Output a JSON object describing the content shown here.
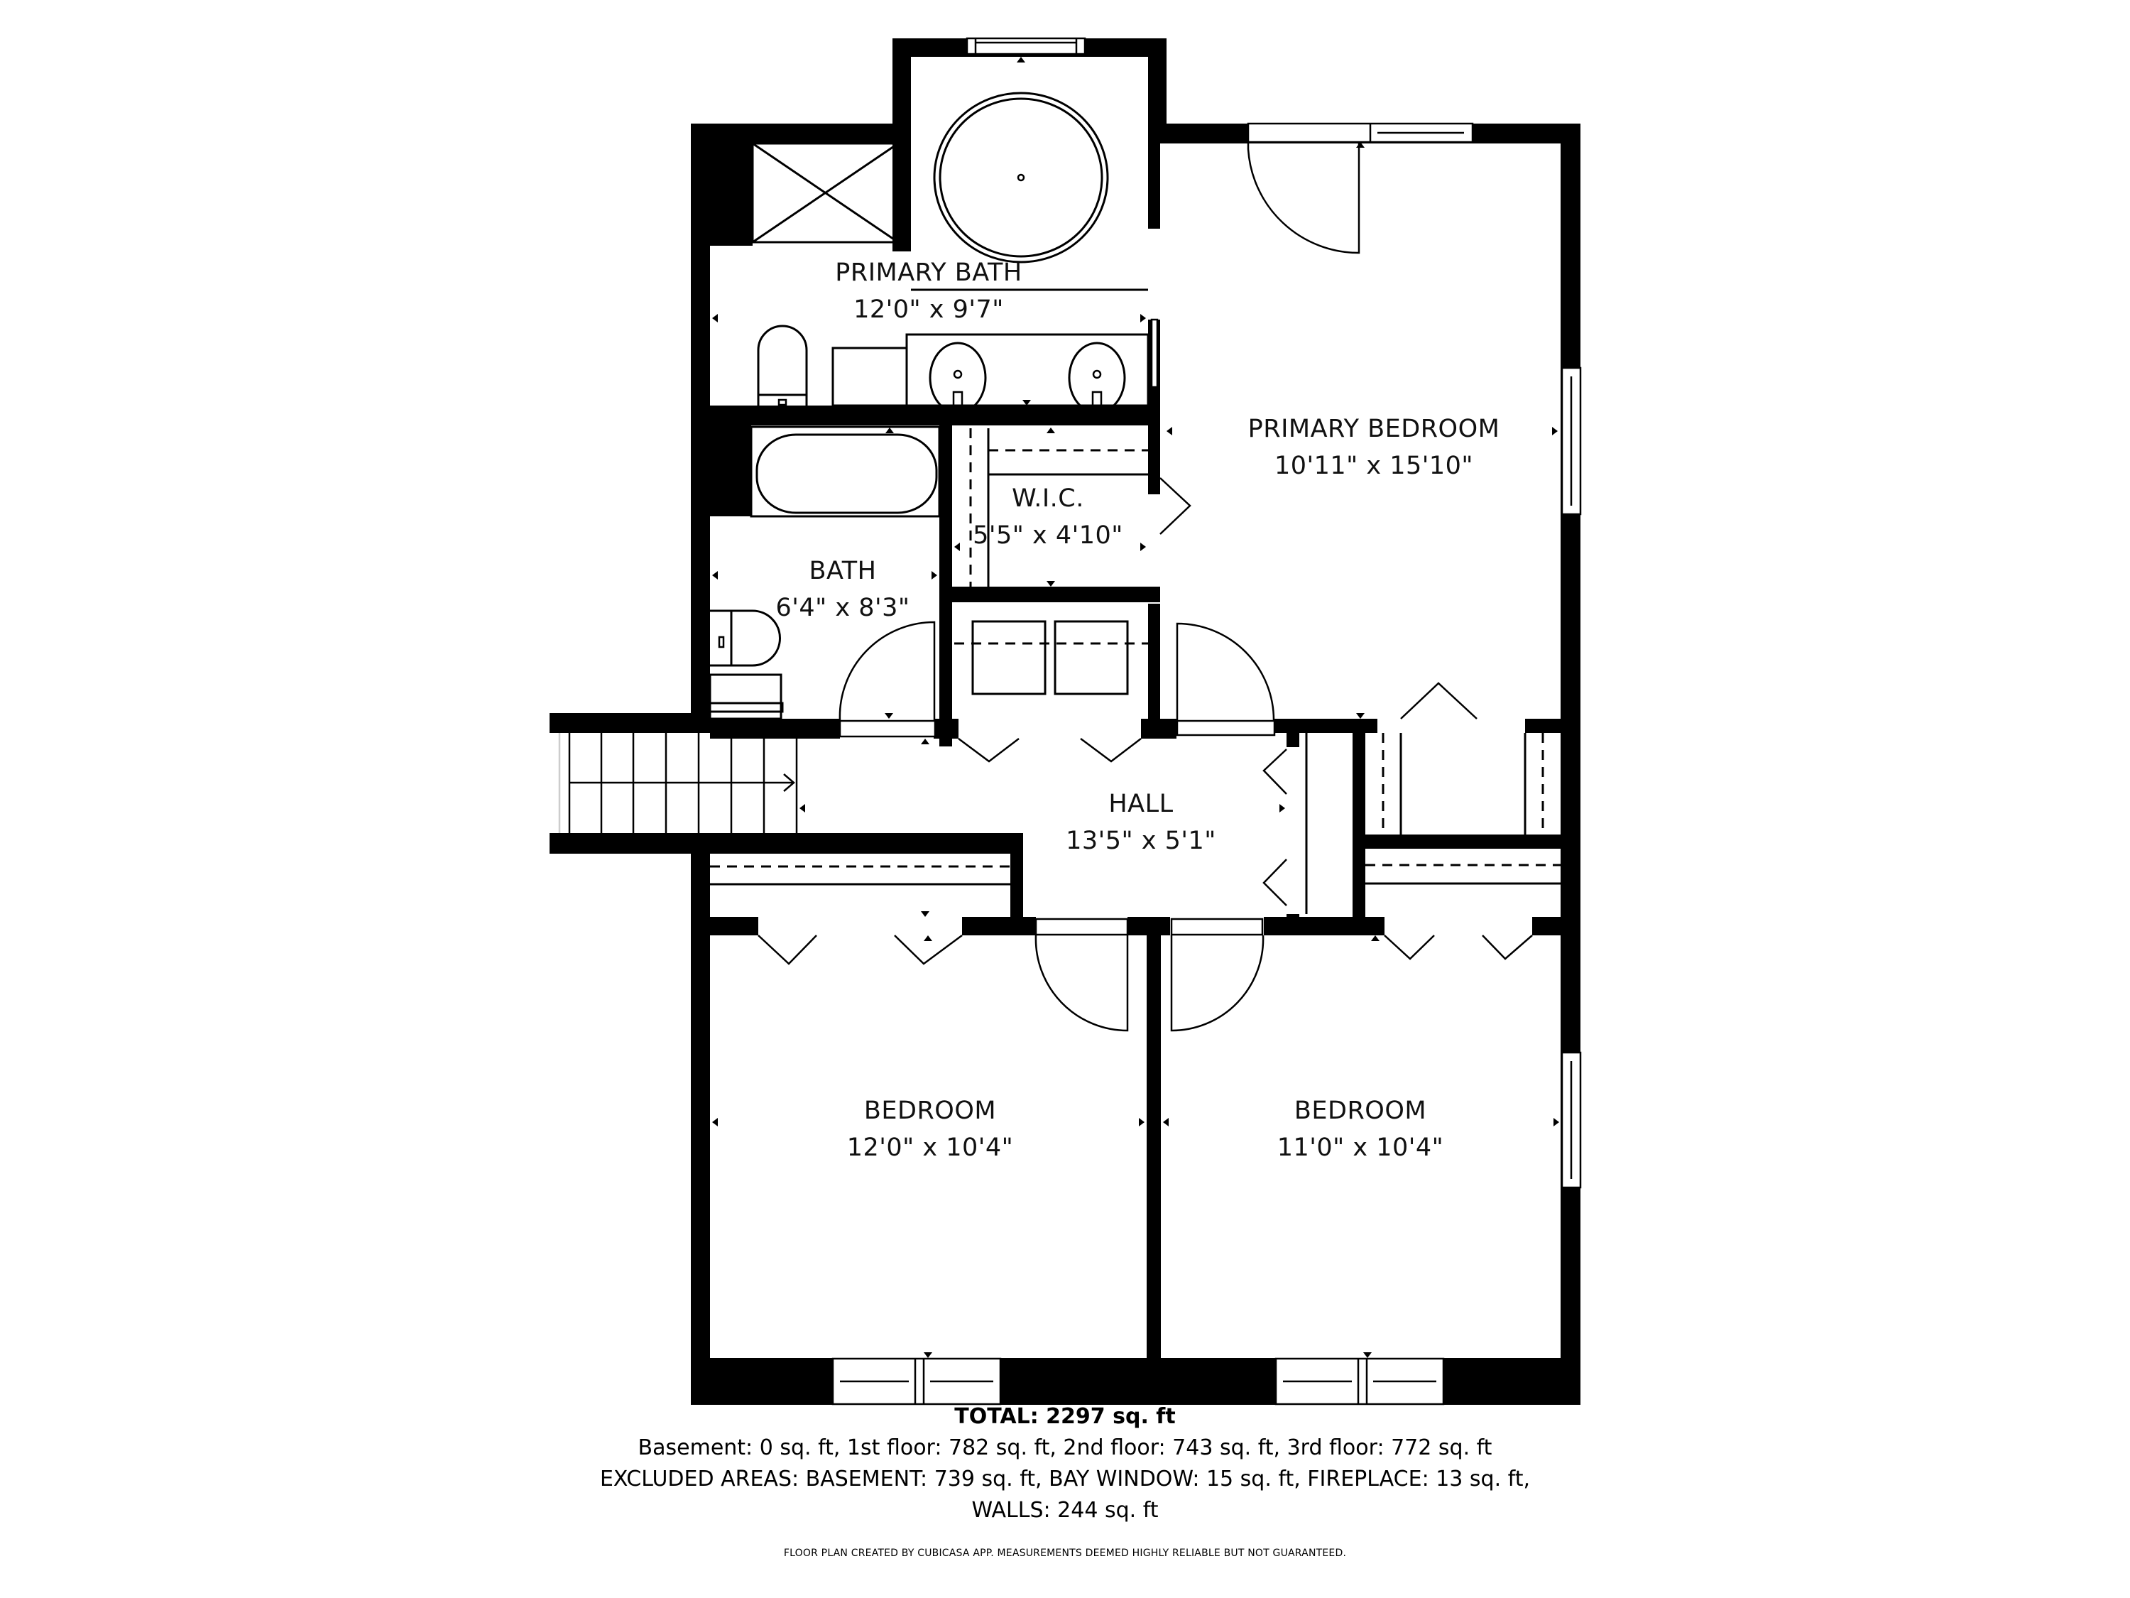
{
  "rooms": {
    "primary_bath": {
      "name": "PRIMARY BATH",
      "dims": "12'0\" x 9'7\""
    },
    "primary_bedroom": {
      "name": "PRIMARY BEDROOM",
      "dims": "10'11\" x 15'10\""
    },
    "wic": {
      "name": "W.I.C.",
      "dims": "5'5\" x 4'10\""
    },
    "bath": {
      "name": "BATH",
      "dims": "6'4\" x 8'3\""
    },
    "hall": {
      "name": "HALL",
      "dims": "13'5\" x 5'1\""
    },
    "bedroom_left": {
      "name": "BEDROOM",
      "dims": "12'0\" x 10'4\""
    },
    "bedroom_right": {
      "name": "BEDROOM",
      "dims": "11'0\" x 10'4\""
    }
  },
  "summary": {
    "total": "TOTAL: 2297 sq. ft",
    "floors": "Basement: 0 sq. ft, 1st floor: 782 sq. ft, 2nd floor: 743 sq. ft, 3rd floor: 772 sq. ft",
    "excluded": "EXCLUDED AREAS: BASEMENT: 739 sq. ft, BAY WINDOW: 15 sq. ft, FIREPLACE: 13 sq. ft,",
    "walls": "WALLS: 244 sq. ft"
  },
  "footer": {
    "disclaimer": "FLOOR PLAN CREATED BY CUBICASA APP. MEASUREMENTS DEEMED HIGHLY RELIABLE BUT NOT GUARANTEED."
  },
  "colors": {
    "wall": "#000000",
    "background": "#ffffff"
  }
}
